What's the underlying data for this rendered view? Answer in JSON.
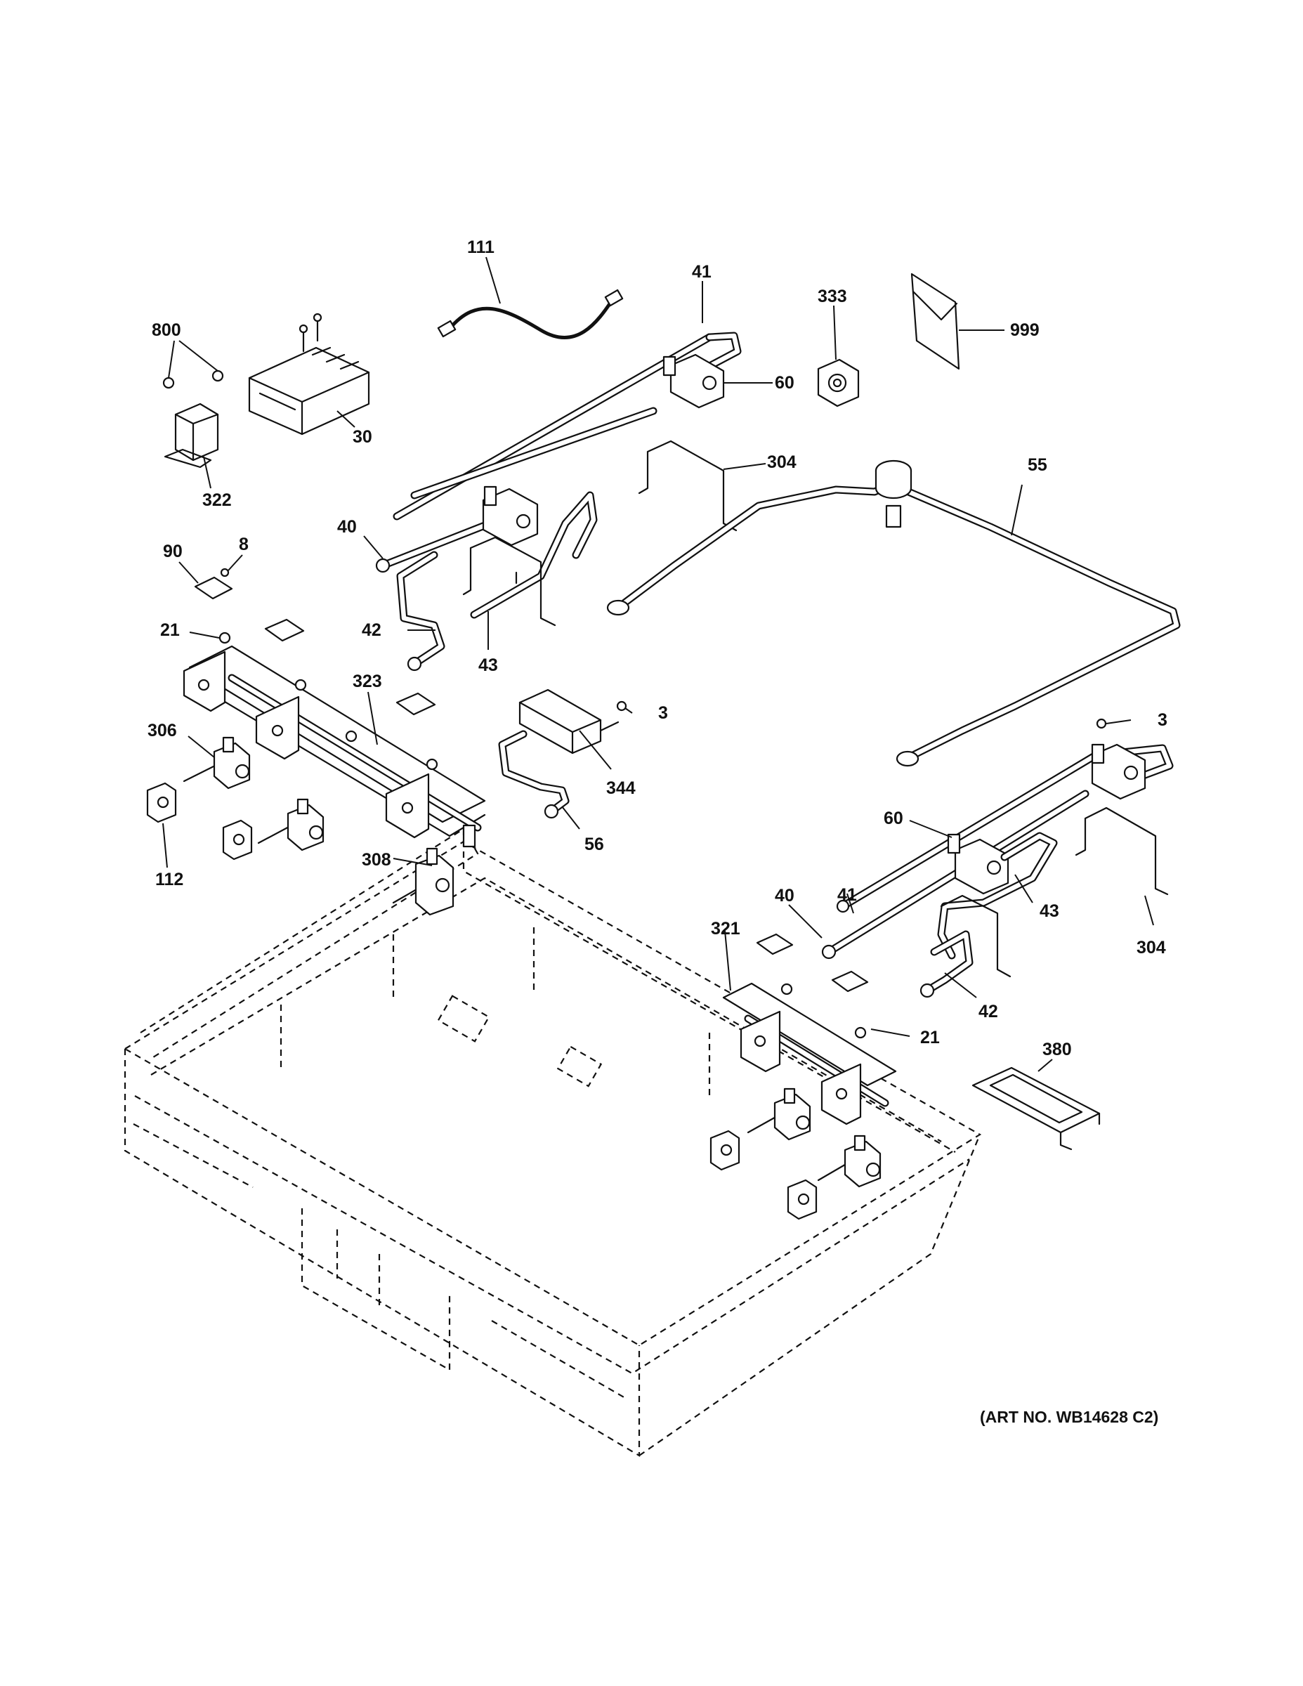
{
  "diagram": {
    "art_number": "(ART NO. WB14628 C2)",
    "callouts": {
      "c111": "111",
      "c41a": "41",
      "c333": "333",
      "c999": "999",
      "c800": "800",
      "c30": "30",
      "c60a": "60",
      "c322": "322",
      "c304a": "304",
      "c55": "55",
      "c40a": "40",
      "c90": "90",
      "c8": "8",
      "c42a": "42",
      "c43a": "43",
      "c21a": "21",
      "c323": "323",
      "c3a": "3",
      "c3b": "3",
      "c306": "306",
      "c344": "344",
      "c112": "112",
      "c56": "56",
      "c60b": "60",
      "c308": "308",
      "c41b": "41",
      "c40b": "40",
      "c43b": "43",
      "c304b": "304",
      "c321": "321",
      "c42b": "42",
      "c21b": "21",
      "c380": "380"
    }
  }
}
